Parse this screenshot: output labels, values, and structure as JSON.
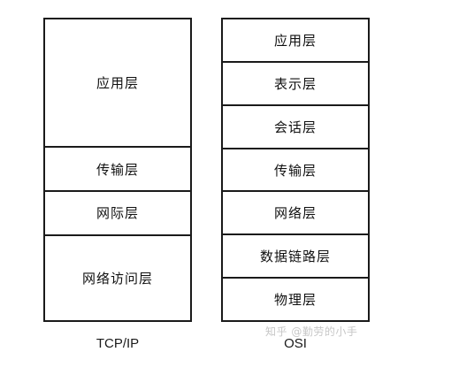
{
  "tcp_ip": {
    "caption": "TCP/IP",
    "layers": [
      {
        "label": "应用层",
        "weight": 3
      },
      {
        "label": "传输层",
        "weight": 1
      },
      {
        "label": "网际层",
        "weight": 1
      },
      {
        "label": "网络访问层",
        "weight": 2
      }
    ]
  },
  "osi": {
    "caption": "OSI",
    "layers": [
      {
        "label": "应用层",
        "weight": 1
      },
      {
        "label": "表示层",
        "weight": 1
      },
      {
        "label": "会话层",
        "weight": 1
      },
      {
        "label": "传输层",
        "weight": 1
      },
      {
        "label": "网络层",
        "weight": 1
      },
      {
        "label": "数据链路层",
        "weight": 1
      },
      {
        "label": "物理层",
        "weight": 1
      }
    ]
  },
  "watermark": "知乎 @勤劳的小手"
}
